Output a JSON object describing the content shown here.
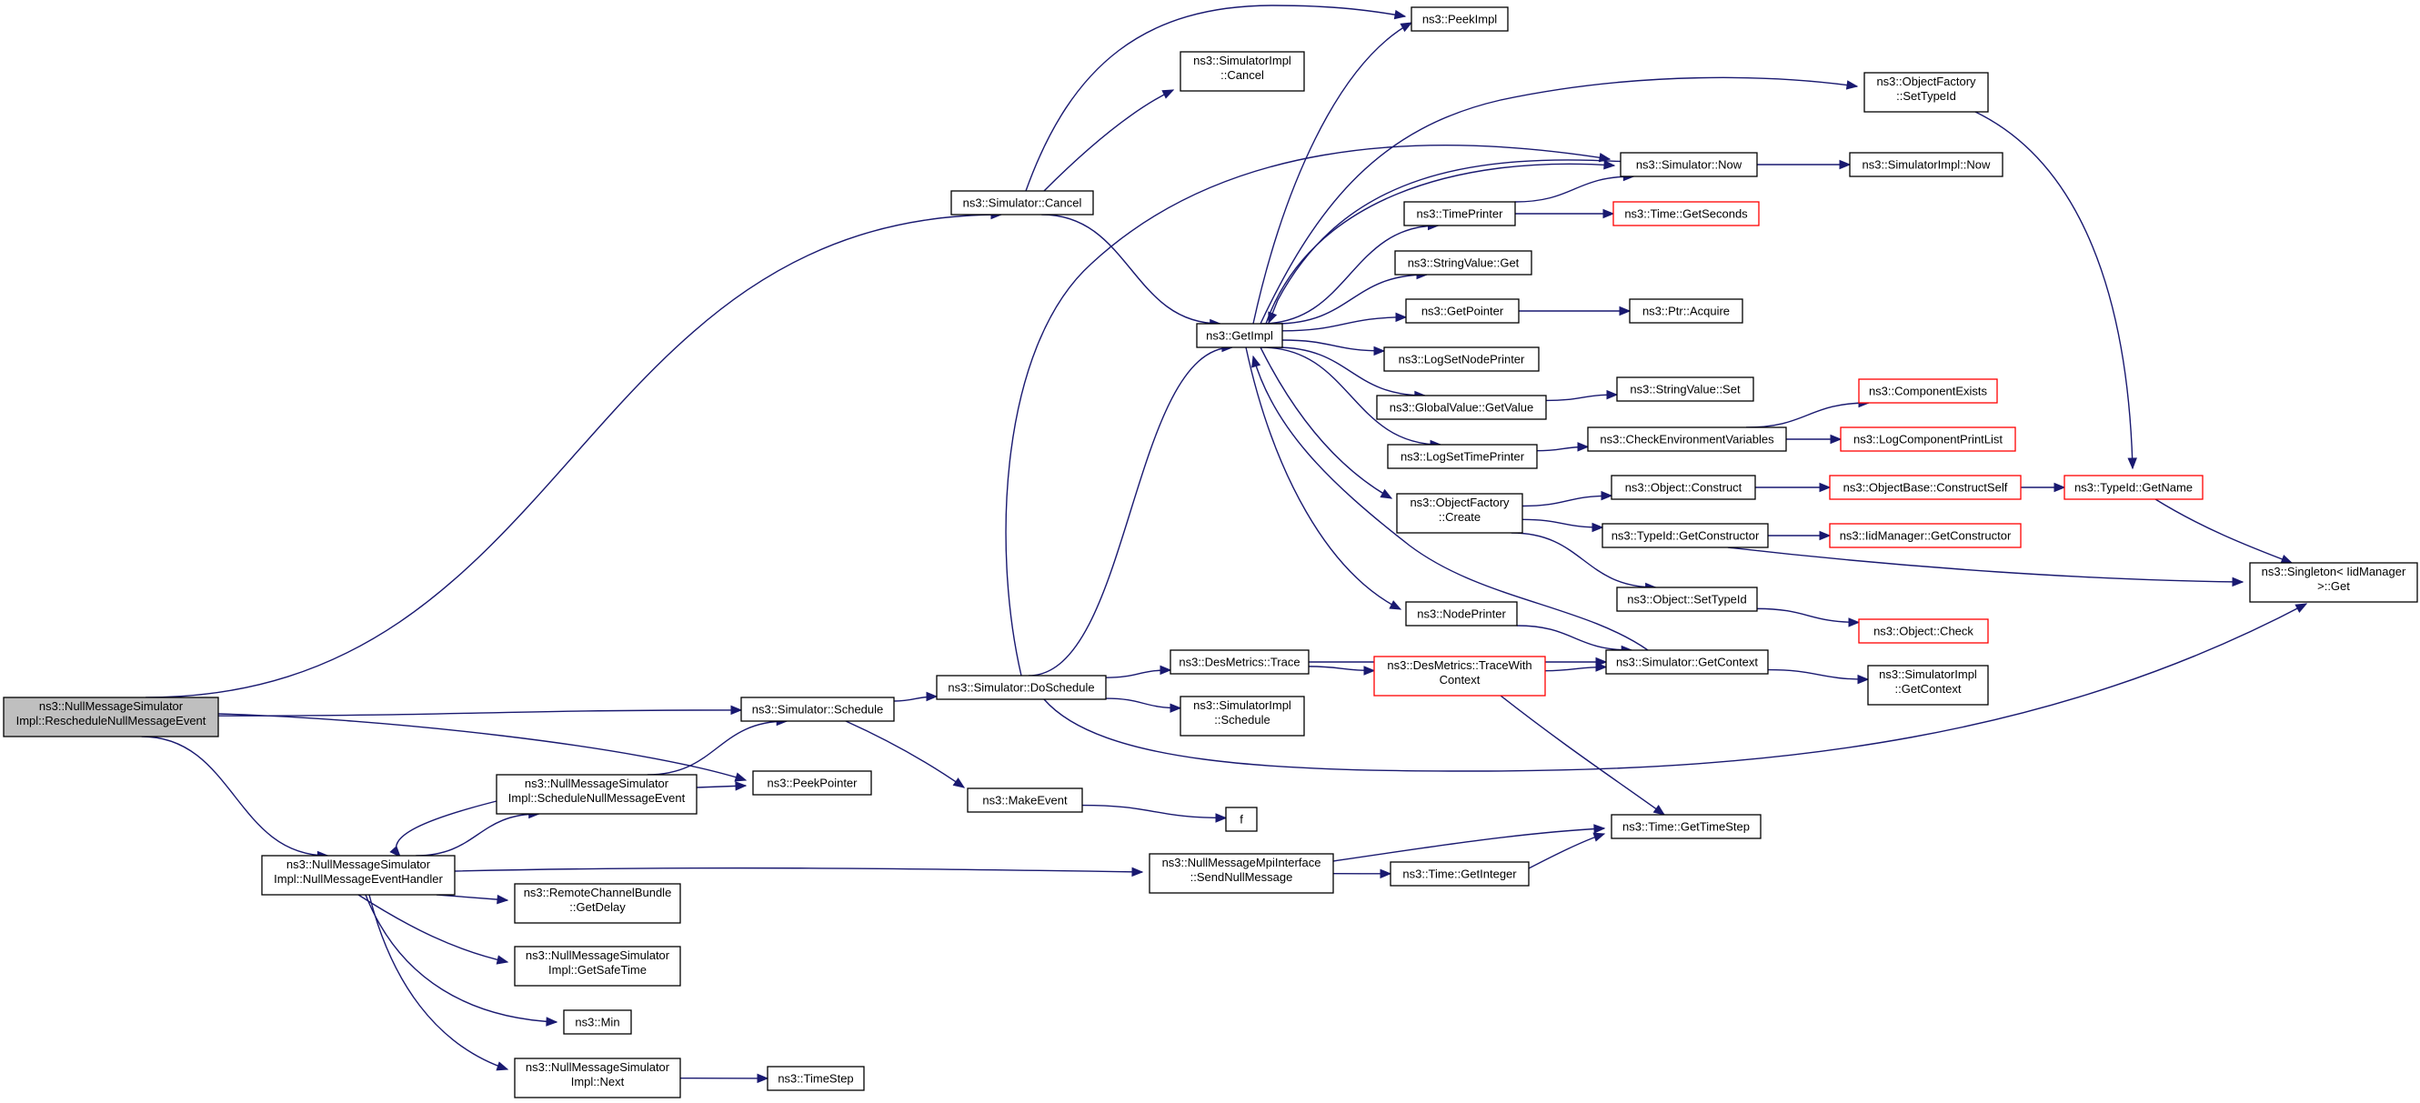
{
  "colors": {
    "edge": "#191970",
    "border": "#000000",
    "warn_border": "#ff0000",
    "root_fill": "#bfbfbf"
  },
  "nodes": [
    {
      "id": "root",
      "lines": [
        "ns3::NullMessageSimulator",
        "Impl::RescheduleNullMessageEvent"
      ],
      "style": "root"
    },
    {
      "id": "handler",
      "lines": [
        "ns3::NullMessageSimulator",
        "Impl::NullMessageEventHandler"
      ]
    },
    {
      "id": "schedNull",
      "lines": [
        "ns3::NullMessageSimulator",
        "Impl::ScheduleNullMessageEvent"
      ]
    },
    {
      "id": "peekPointer",
      "lines": [
        "ns3::PeekPointer"
      ]
    },
    {
      "id": "simSchedule",
      "lines": [
        "ns3::Simulator::Schedule"
      ]
    },
    {
      "id": "simCancel",
      "lines": [
        "ns3::Simulator::Cancel"
      ]
    },
    {
      "id": "doSchedule",
      "lines": [
        "ns3::Simulator::DoSchedule"
      ]
    },
    {
      "id": "makeEvent",
      "lines": [
        "ns3::MakeEvent"
      ]
    },
    {
      "id": "f",
      "lines": [
        "f"
      ]
    },
    {
      "id": "peekImpl",
      "lines": [
        "ns3::PeekImpl"
      ]
    },
    {
      "id": "simImplCancel",
      "lines": [
        "ns3::SimulatorImpl",
        "::Cancel"
      ]
    },
    {
      "id": "getImpl",
      "lines": [
        "ns3::GetImpl"
      ]
    },
    {
      "id": "desTrace",
      "lines": [
        "ns3::DesMetrics::Trace"
      ]
    },
    {
      "id": "simImplSchedule",
      "lines": [
        "ns3::SimulatorImpl",
        "::Schedule"
      ]
    },
    {
      "id": "traceWithCtx",
      "lines": [
        "ns3::DesMetrics::TraceWith",
        "Context"
      ],
      "style": "red"
    },
    {
      "id": "simNow",
      "lines": [
        "ns3::Simulator::Now"
      ]
    },
    {
      "id": "simImplNow",
      "lines": [
        "ns3::SimulatorImpl::Now"
      ]
    },
    {
      "id": "timePrinter",
      "lines": [
        "ns3::TimePrinter"
      ]
    },
    {
      "id": "getSeconds",
      "lines": [
        "ns3::Time::GetSeconds"
      ],
      "style": "red"
    },
    {
      "id": "stringValueGet",
      "lines": [
        "ns3::StringValue::Get"
      ]
    },
    {
      "id": "getPointer",
      "lines": [
        "ns3::GetPointer"
      ]
    },
    {
      "id": "ptrAcquire",
      "lines": [
        "ns3::Ptr::Acquire"
      ]
    },
    {
      "id": "logSetNodePrinter",
      "lines": [
        "ns3::LogSetNodePrinter"
      ]
    },
    {
      "id": "globalGetValue",
      "lines": [
        "ns3::GlobalValue::GetValue"
      ]
    },
    {
      "id": "stringValueSet",
      "lines": [
        "ns3::StringValue::Set"
      ]
    },
    {
      "id": "logSetTimePrinter",
      "lines": [
        "ns3::LogSetTimePrinter"
      ]
    },
    {
      "id": "checkEnv",
      "lines": [
        "ns3::CheckEnvironmentVariables"
      ]
    },
    {
      "id": "componentExists",
      "lines": [
        "ns3::ComponentExists"
      ],
      "style": "red"
    },
    {
      "id": "logComponentPrintList",
      "lines": [
        "ns3::LogComponentPrintList"
      ],
      "style": "red"
    },
    {
      "id": "objFactoryCreate",
      "lines": [
        "ns3::ObjectFactory",
        "::Create"
      ]
    },
    {
      "id": "objectConstruct",
      "lines": [
        "ns3::Object::Construct"
      ]
    },
    {
      "id": "constructSelf",
      "lines": [
        "ns3::ObjectBase::ConstructSelf"
      ],
      "style": "red"
    },
    {
      "id": "typeIdGetName",
      "lines": [
        "ns3::TypeId::GetName"
      ],
      "style": "red"
    },
    {
      "id": "typeIdGetConstructor",
      "lines": [
        "ns3::TypeId::GetConstructor"
      ]
    },
    {
      "id": "iidGetConstructor",
      "lines": [
        "ns3::IidManager::GetConstructor"
      ],
      "style": "red"
    },
    {
      "id": "singletonGet",
      "lines": [
        "ns3::Singleton< IidManager",
        ">::Get"
      ]
    },
    {
      "id": "objectSetTypeId",
      "lines": [
        "ns3::Object::SetTypeId"
      ]
    },
    {
      "id": "objectCheck",
      "lines": [
        "ns3::Object::Check"
      ],
      "style": "red"
    },
    {
      "id": "nodePrinter",
      "lines": [
        "ns3::NodePrinter"
      ]
    },
    {
      "id": "simGetContext",
      "lines": [
        "ns3::Simulator::GetContext"
      ]
    },
    {
      "id": "simImplGetContext",
      "lines": [
        "ns3::SimulatorImpl",
        "::GetContext"
      ]
    },
    {
      "id": "objFactorySetTypeId",
      "lines": [
        "ns3::ObjectFactory",
        "::SetTypeId"
      ]
    },
    {
      "id": "getTimeStep",
      "lines": [
        "ns3::Time::GetTimeStep"
      ]
    },
    {
      "id": "sendNullMessage",
      "lines": [
        "ns3::NullMessageMpiInterface",
        "::SendNullMessage"
      ]
    },
    {
      "id": "timeGetInteger",
      "lines": [
        "ns3::Time::GetInteger"
      ]
    },
    {
      "id": "remoteGetDelay",
      "lines": [
        "ns3::RemoteChannelBundle",
        "::GetDelay"
      ]
    },
    {
      "id": "getSafeTime",
      "lines": [
        "ns3::NullMessageSimulator",
        "Impl::GetSafeTime"
      ]
    },
    {
      "id": "min",
      "lines": [
        "ns3::Min"
      ]
    },
    {
      "id": "next",
      "lines": [
        "ns3::NullMessageSimulator",
        "Impl::Next"
      ]
    },
    {
      "id": "timeStep",
      "lines": [
        "ns3::TimeStep"
      ]
    }
  ],
  "edges": [
    [
      "root",
      "simCancel"
    ],
    [
      "root",
      "simSchedule"
    ],
    [
      "root",
      "peekPointer"
    ],
    [
      "root",
      "handler"
    ],
    [
      "handler",
      "schedNull"
    ],
    [
      "schedNull",
      "handler"
    ],
    [
      "schedNull",
      "simSchedule"
    ],
    [
      "schedNull",
      "peekPointer"
    ],
    [
      "handler",
      "sendNullMessage"
    ],
    [
      "handler",
      "remoteGetDelay"
    ],
    [
      "handler",
      "getSafeTime"
    ],
    [
      "handler",
      "min"
    ],
    [
      "handler",
      "next"
    ],
    [
      "next",
      "timeStep"
    ],
    [
      "simCancel",
      "peekImpl"
    ],
    [
      "simCancel",
      "simImplCancel"
    ],
    [
      "simCancel",
      "getImpl"
    ],
    [
      "simSchedule",
      "doSchedule"
    ],
    [
      "simSchedule",
      "makeEvent"
    ],
    [
      "makeEvent",
      "f"
    ],
    [
      "doSchedule",
      "simNow"
    ],
    [
      "doSchedule",
      "getImpl"
    ],
    [
      "doSchedule",
      "desTrace"
    ],
    [
      "doSchedule",
      "simImplSchedule"
    ],
    [
      "doSchedule",
      "singletonGet"
    ],
    [
      "getImpl",
      "peekImpl"
    ],
    [
      "getImpl",
      "simNow"
    ],
    [
      "getImpl",
      "timePrinter"
    ],
    [
      "getImpl",
      "stringValueGet"
    ],
    [
      "getImpl",
      "getPointer"
    ],
    [
      "getImpl",
      "logSetNodePrinter"
    ],
    [
      "getImpl",
      "globalGetValue"
    ],
    [
      "getImpl",
      "logSetTimePrinter"
    ],
    [
      "getImpl",
      "objFactoryCreate"
    ],
    [
      "getImpl",
      "nodePrinter"
    ],
    [
      "getImpl",
      "objFactorySetTypeId"
    ],
    [
      "simNow",
      "simImplNow"
    ],
    [
      "simNow",
      "getImpl"
    ],
    [
      "timePrinter",
      "simNow"
    ],
    [
      "timePrinter",
      "getSeconds"
    ],
    [
      "getPointer",
      "ptrAcquire"
    ],
    [
      "globalGetValue",
      "stringValueSet"
    ],
    [
      "logSetTimePrinter",
      "checkEnv"
    ],
    [
      "checkEnv",
      "componentExists"
    ],
    [
      "checkEnv",
      "logComponentPrintList"
    ],
    [
      "objFactoryCreate",
      "objectConstruct"
    ],
    [
      "objFactoryCreate",
      "typeIdGetConstructor"
    ],
    [
      "objFactoryCreate",
      "objectSetTypeId"
    ],
    [
      "objectConstruct",
      "constructSelf"
    ],
    [
      "constructSelf",
      "typeIdGetName"
    ],
    [
      "typeIdGetName",
      "singletonGet"
    ],
    [
      "typeIdGetConstructor",
      "iidGetConstructor"
    ],
    [
      "typeIdGetConstructor",
      "singletonGet"
    ],
    [
      "objectSetTypeId",
      "objectCheck"
    ],
    [
      "objFactorySetTypeId",
      "typeIdGetName"
    ],
    [
      "nodePrinter",
      "simGetContext"
    ],
    [
      "simGetContext",
      "getImpl"
    ],
    [
      "simGetContext",
      "simImplGetContext"
    ],
    [
      "desTrace",
      "simGetContext"
    ],
    [
      "desTrace",
      "traceWithCtx"
    ],
    [
      "traceWithCtx",
      "simGetContext"
    ],
    [
      "traceWithCtx",
      "getTimeStep"
    ],
    [
      "sendNullMessage",
      "getTimeStep"
    ],
    [
      "sendNullMessage",
      "timeGetInteger"
    ],
    [
      "timeGetInteger",
      "getTimeStep"
    ]
  ]
}
